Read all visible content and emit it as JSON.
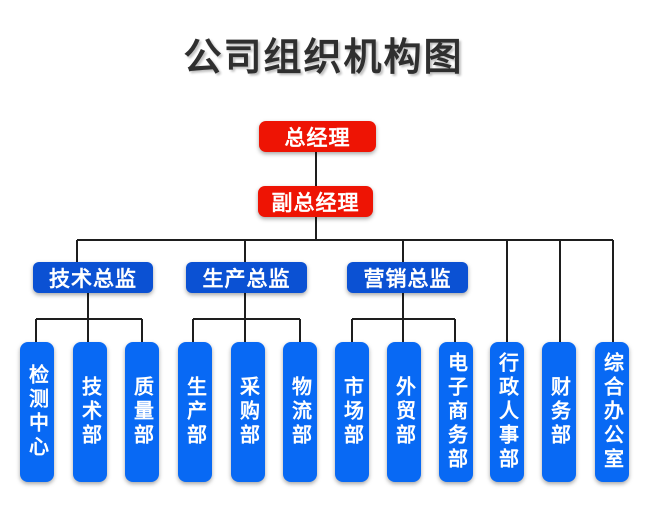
{
  "title": "公司组织机构图",
  "colors": {
    "executive_red": "#ee1404",
    "director_blue": "#0b51d3",
    "department_blue": "#0869f4",
    "connector_line": "#1e1e1e",
    "background": "#ffffff",
    "title_color": "#2f2f2f",
    "node_text": "#ffffff"
  },
  "nodes": {
    "general_manager": "总经理",
    "deputy_general_manager": "副总经理",
    "directors": [
      {
        "label": "技术总监"
      },
      {
        "label": "生产总监"
      },
      {
        "label": "营销总监"
      }
    ],
    "departments": [
      {
        "label": "检测中心"
      },
      {
        "label": "技术部"
      },
      {
        "label": "质量部"
      },
      {
        "label": "生产部"
      },
      {
        "label": "采购部"
      },
      {
        "label": "物流部"
      },
      {
        "label": "市场部"
      },
      {
        "label": "外贸部"
      },
      {
        "label": "电子商务部"
      },
      {
        "label": "行政人事部"
      },
      {
        "label": "财务部"
      },
      {
        "label": "综合办公室"
      }
    ]
  }
}
